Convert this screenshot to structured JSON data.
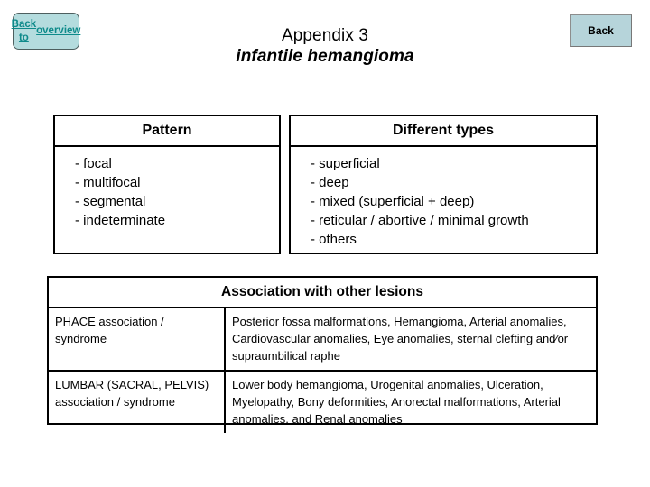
{
  "nav": {
    "back_to_overview_line1": "Back to",
    "back_to_overview_line2": "overview",
    "back_label": "Back"
  },
  "title": {
    "main": "Appendix 3",
    "sub": "infantile hemangioma"
  },
  "pattern_box": {
    "header": "Pattern",
    "items": [
      "- focal",
      "- multifocal",
      "- segmental",
      "- indeterminate"
    ]
  },
  "types_box": {
    "header": "Different types",
    "items": [
      "- superficial",
      "- deep",
      "- mixed (superficial + deep)",
      "- reticular / abortive / minimal growth",
      "- others"
    ]
  },
  "association_box": {
    "header": "Association with other lesions",
    "rows": [
      {
        "label": "PHACE association / syndrome",
        "description": "Posterior fossa malformations, Hemangioma, Arterial anomalies, Cardiovascular anomalies, Eye anomalies, sternal clefting and∕or supraumbilical raphe"
      },
      {
        "label": "LUMBAR (SACRAL, PELVIS) association / syndrome",
        "description": "Lower body hemangioma, Urogenital anomalies, Ulceration, Myelopathy, Bony deformities, Anorectal malformations, Arterial anomalies, and Renal anomalies"
      }
    ]
  },
  "colors": {
    "page_background": "#ffffff",
    "text": "#000000",
    "back_to_overview_fill": "#b4dcde",
    "back_to_overview_text": "#0d8a8a",
    "back_fill": "#b6d4da",
    "border": "#000000"
  }
}
